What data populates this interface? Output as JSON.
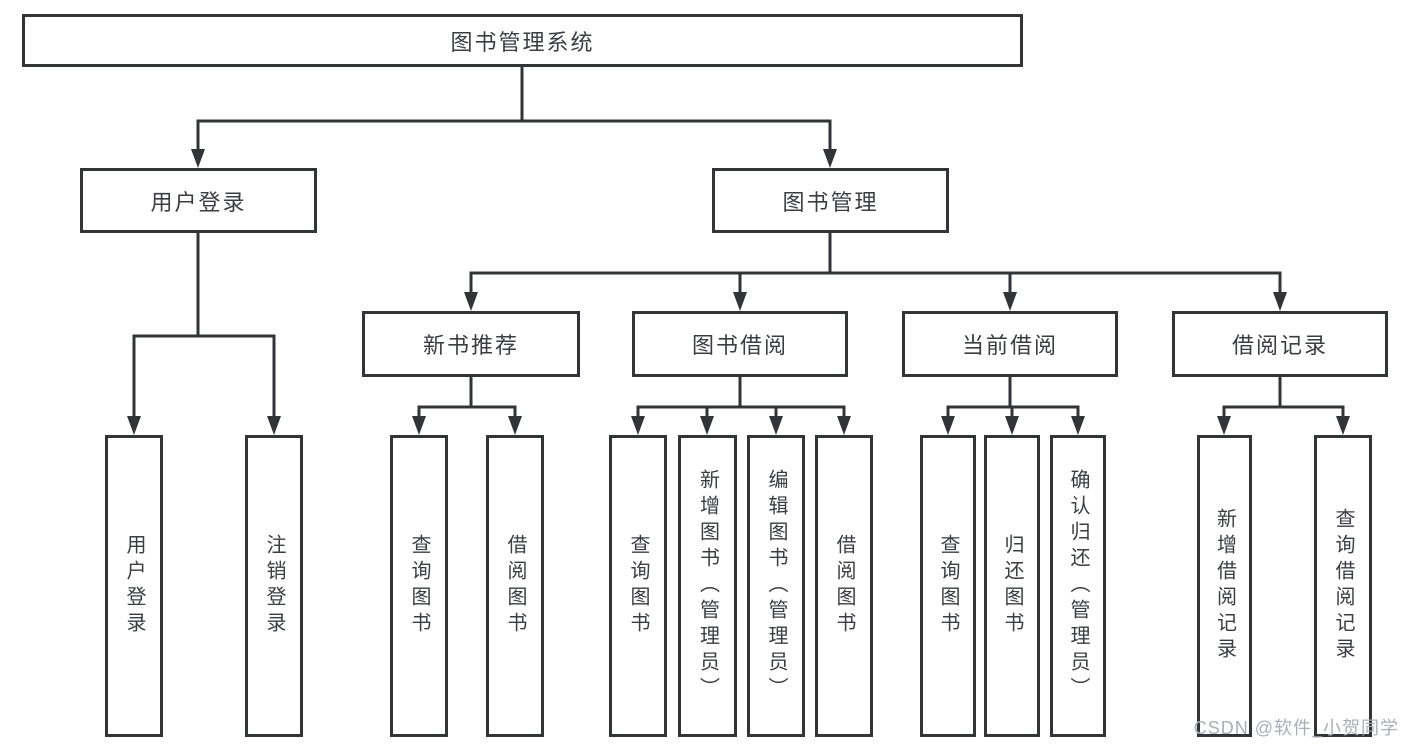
{
  "diagram_title": "图书管理系统",
  "nodes": {
    "root": "图书管理系统",
    "level2": [
      "用户登录",
      "图书管理"
    ],
    "level3": [
      "新书推荐",
      "图书借阅",
      "当前借阅",
      "借阅记录"
    ],
    "leaves": [
      "用户登录",
      "注销登录",
      "查询图书",
      "借阅图书",
      "查询图书",
      "新增图书（管理员）",
      "编辑图书（管理员）",
      "借阅图书",
      "查询图书",
      "归还图书",
      "确认归还（管理员）",
      "新增借阅记录",
      "查询借阅记录"
    ]
  },
  "watermark": "CSDN @软件_小贺同学",
  "colors": {
    "line": "#323438",
    "text": "#3b3d42",
    "watermark": "#abaeb6",
    "background": "#ffffff"
  }
}
